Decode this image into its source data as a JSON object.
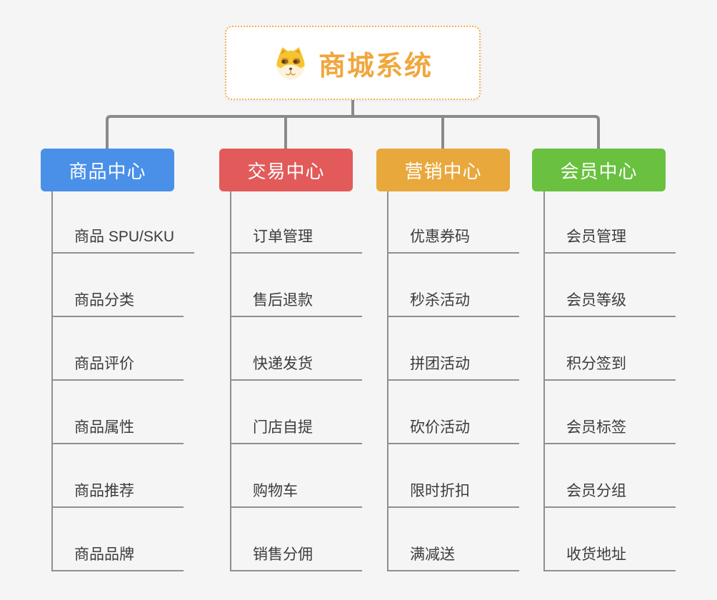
{
  "root": {
    "title": "商城系统",
    "icon": "doge-face-icon",
    "title_color": "#f0a73e",
    "border_color": "#f3b14e"
  },
  "connector_color": "#8a8a8a",
  "branches": [
    {
      "label": "商品中心",
      "color": "#4a90e8",
      "children": [
        "商品 SPU/SKU",
        "商品分类",
        "商品评价",
        "商品属性",
        "商品推荐",
        "商品品牌"
      ]
    },
    {
      "label": "交易中心",
      "color": "#e25a5a",
      "children": [
        "订单管理",
        "售后退款",
        "快递发货",
        "门店自提",
        "购物车",
        "销售分佣"
      ]
    },
    {
      "label": "营销中心",
      "color": "#e9a83c",
      "children": [
        "优惠券码",
        "秒杀活动",
        "拼团活动",
        "砍价活动",
        "限时折扣",
        "满减送"
      ]
    },
    {
      "label": "会员中心",
      "color": "#69c13f",
      "children": [
        "会员管理",
        "会员等级",
        "积分签到",
        "会员标签",
        "会员分组",
        "收货地址"
      ]
    }
  ]
}
